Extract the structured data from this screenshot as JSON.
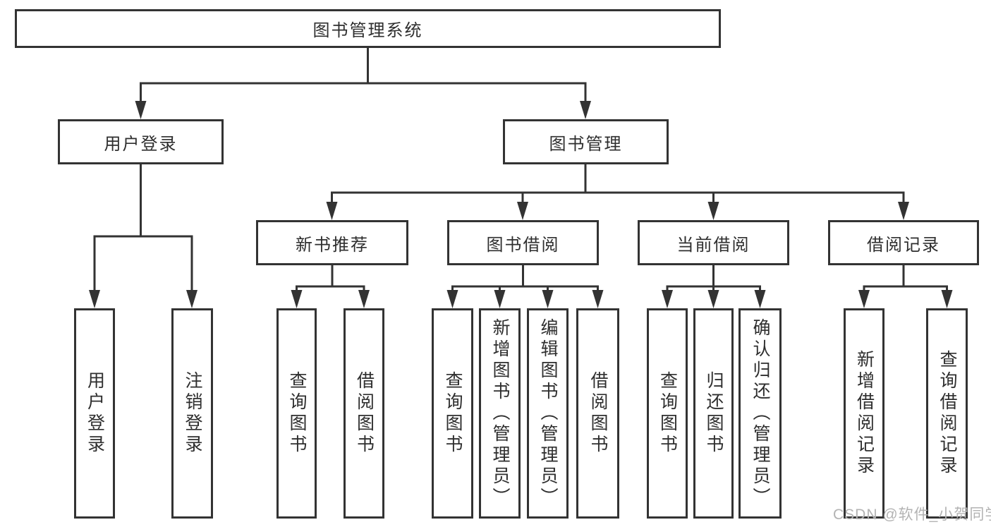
{
  "diagram": {
    "root": {
      "label": "图书管理系统"
    },
    "level2": [
      {
        "label": "用户登录"
      },
      {
        "label": "图书管理"
      }
    ],
    "level3": [
      {
        "label": "新书推荐"
      },
      {
        "label": "图书借阅"
      },
      {
        "label": "当前借阅"
      },
      {
        "label": "借阅记录"
      }
    ],
    "level4": [
      {
        "label": "用户登录"
      },
      {
        "label": "注销登录"
      },
      {
        "label": "查询图书"
      },
      {
        "label": "借阅图书"
      },
      {
        "label": "查询图书"
      },
      {
        "label": "新增图书（管理员）"
      },
      {
        "label": "编辑图书（管理员）"
      },
      {
        "label": "借阅图书"
      },
      {
        "label": "查询图书"
      },
      {
        "label": "归还图书"
      },
      {
        "label": "确认归还（管理员）"
      },
      {
        "label": "新增借阅记录"
      },
      {
        "label": "查询借阅记录"
      }
    ]
  },
  "watermark": {
    "text": "CSDN @软件_小贺同学"
  },
  "colors": {
    "line": "#333333",
    "text": "#2e2e2e",
    "watermark": "#b3b3b3",
    "background": "#ffffff"
  }
}
